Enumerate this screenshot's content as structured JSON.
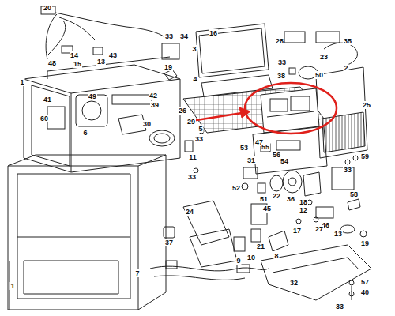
{
  "diagram": {
    "labels": [
      "20",
      "33",
      "34",
      "16",
      "3",
      "28",
      "35",
      "48",
      "14",
      "15",
      "43",
      "13",
      "33",
      "38",
      "23",
      "2",
      "19",
      "4",
      "50",
      "1",
      "41",
      "49",
      "42",
      "39",
      "60",
      "26",
      "5",
      "47",
      "25",
      "6",
      "30",
      "29",
      "33",
      "11",
      "53",
      "55",
      "56",
      "54",
      "59",
      "33",
      "33",
      "31",
      "52",
      "51",
      "22",
      "36",
      "18",
      "12",
      "37",
      "24",
      "45",
      "46",
      "58",
      "13",
      "19",
      "21",
      "17",
      "27",
      "8",
      "10",
      "9",
      "7",
      "32",
      "57",
      "40",
      "33",
      "1"
    ]
  }
}
